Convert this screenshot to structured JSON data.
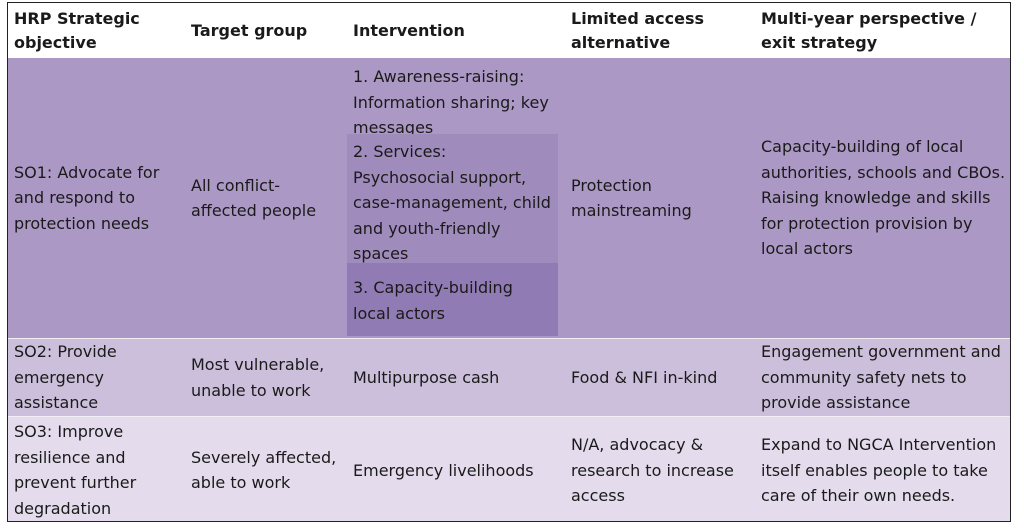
{
  "headers": [
    "HRP Strategic objective",
    "Target group",
    "Intervention",
    "Limited access alternative",
    "Multi-year perspective / exit strategy"
  ],
  "rows": [
    {
      "objective": "SO1: Advocate for and respond to protection needs",
      "target": "All conflict-affected people",
      "interventions": [
        "1. Awareness-raising: Information sharing; key messages",
        "2. Services: Psychosocial support, case-management, child and youth-friendly spaces",
        "3. Capacity-building local actors"
      ],
      "alternative": "Protection mainstreaming",
      "exit": "Capacity-building of local authorities, schools and CBOs. Raising knowledge and skills for protection provision by local actors"
    },
    {
      "objective": "SO2: Provide emergency assistance",
      "target": "Most vulnerable, unable to work",
      "intervention": "Multipurpose cash",
      "alternative": "Food & NFI in-kind",
      "exit": "Engagement government and community safety nets to provide assistance"
    },
    {
      "objective": "SO3: Improve resilience and prevent further degradation",
      "target": "Severely affected, able to work",
      "intervention": "Emergency livelihoods",
      "alternative": "N/A, advocacy & research to increase access",
      "exit": "Expand to NGCA Intervention itself enables people to take care of their own needs."
    }
  ]
}
